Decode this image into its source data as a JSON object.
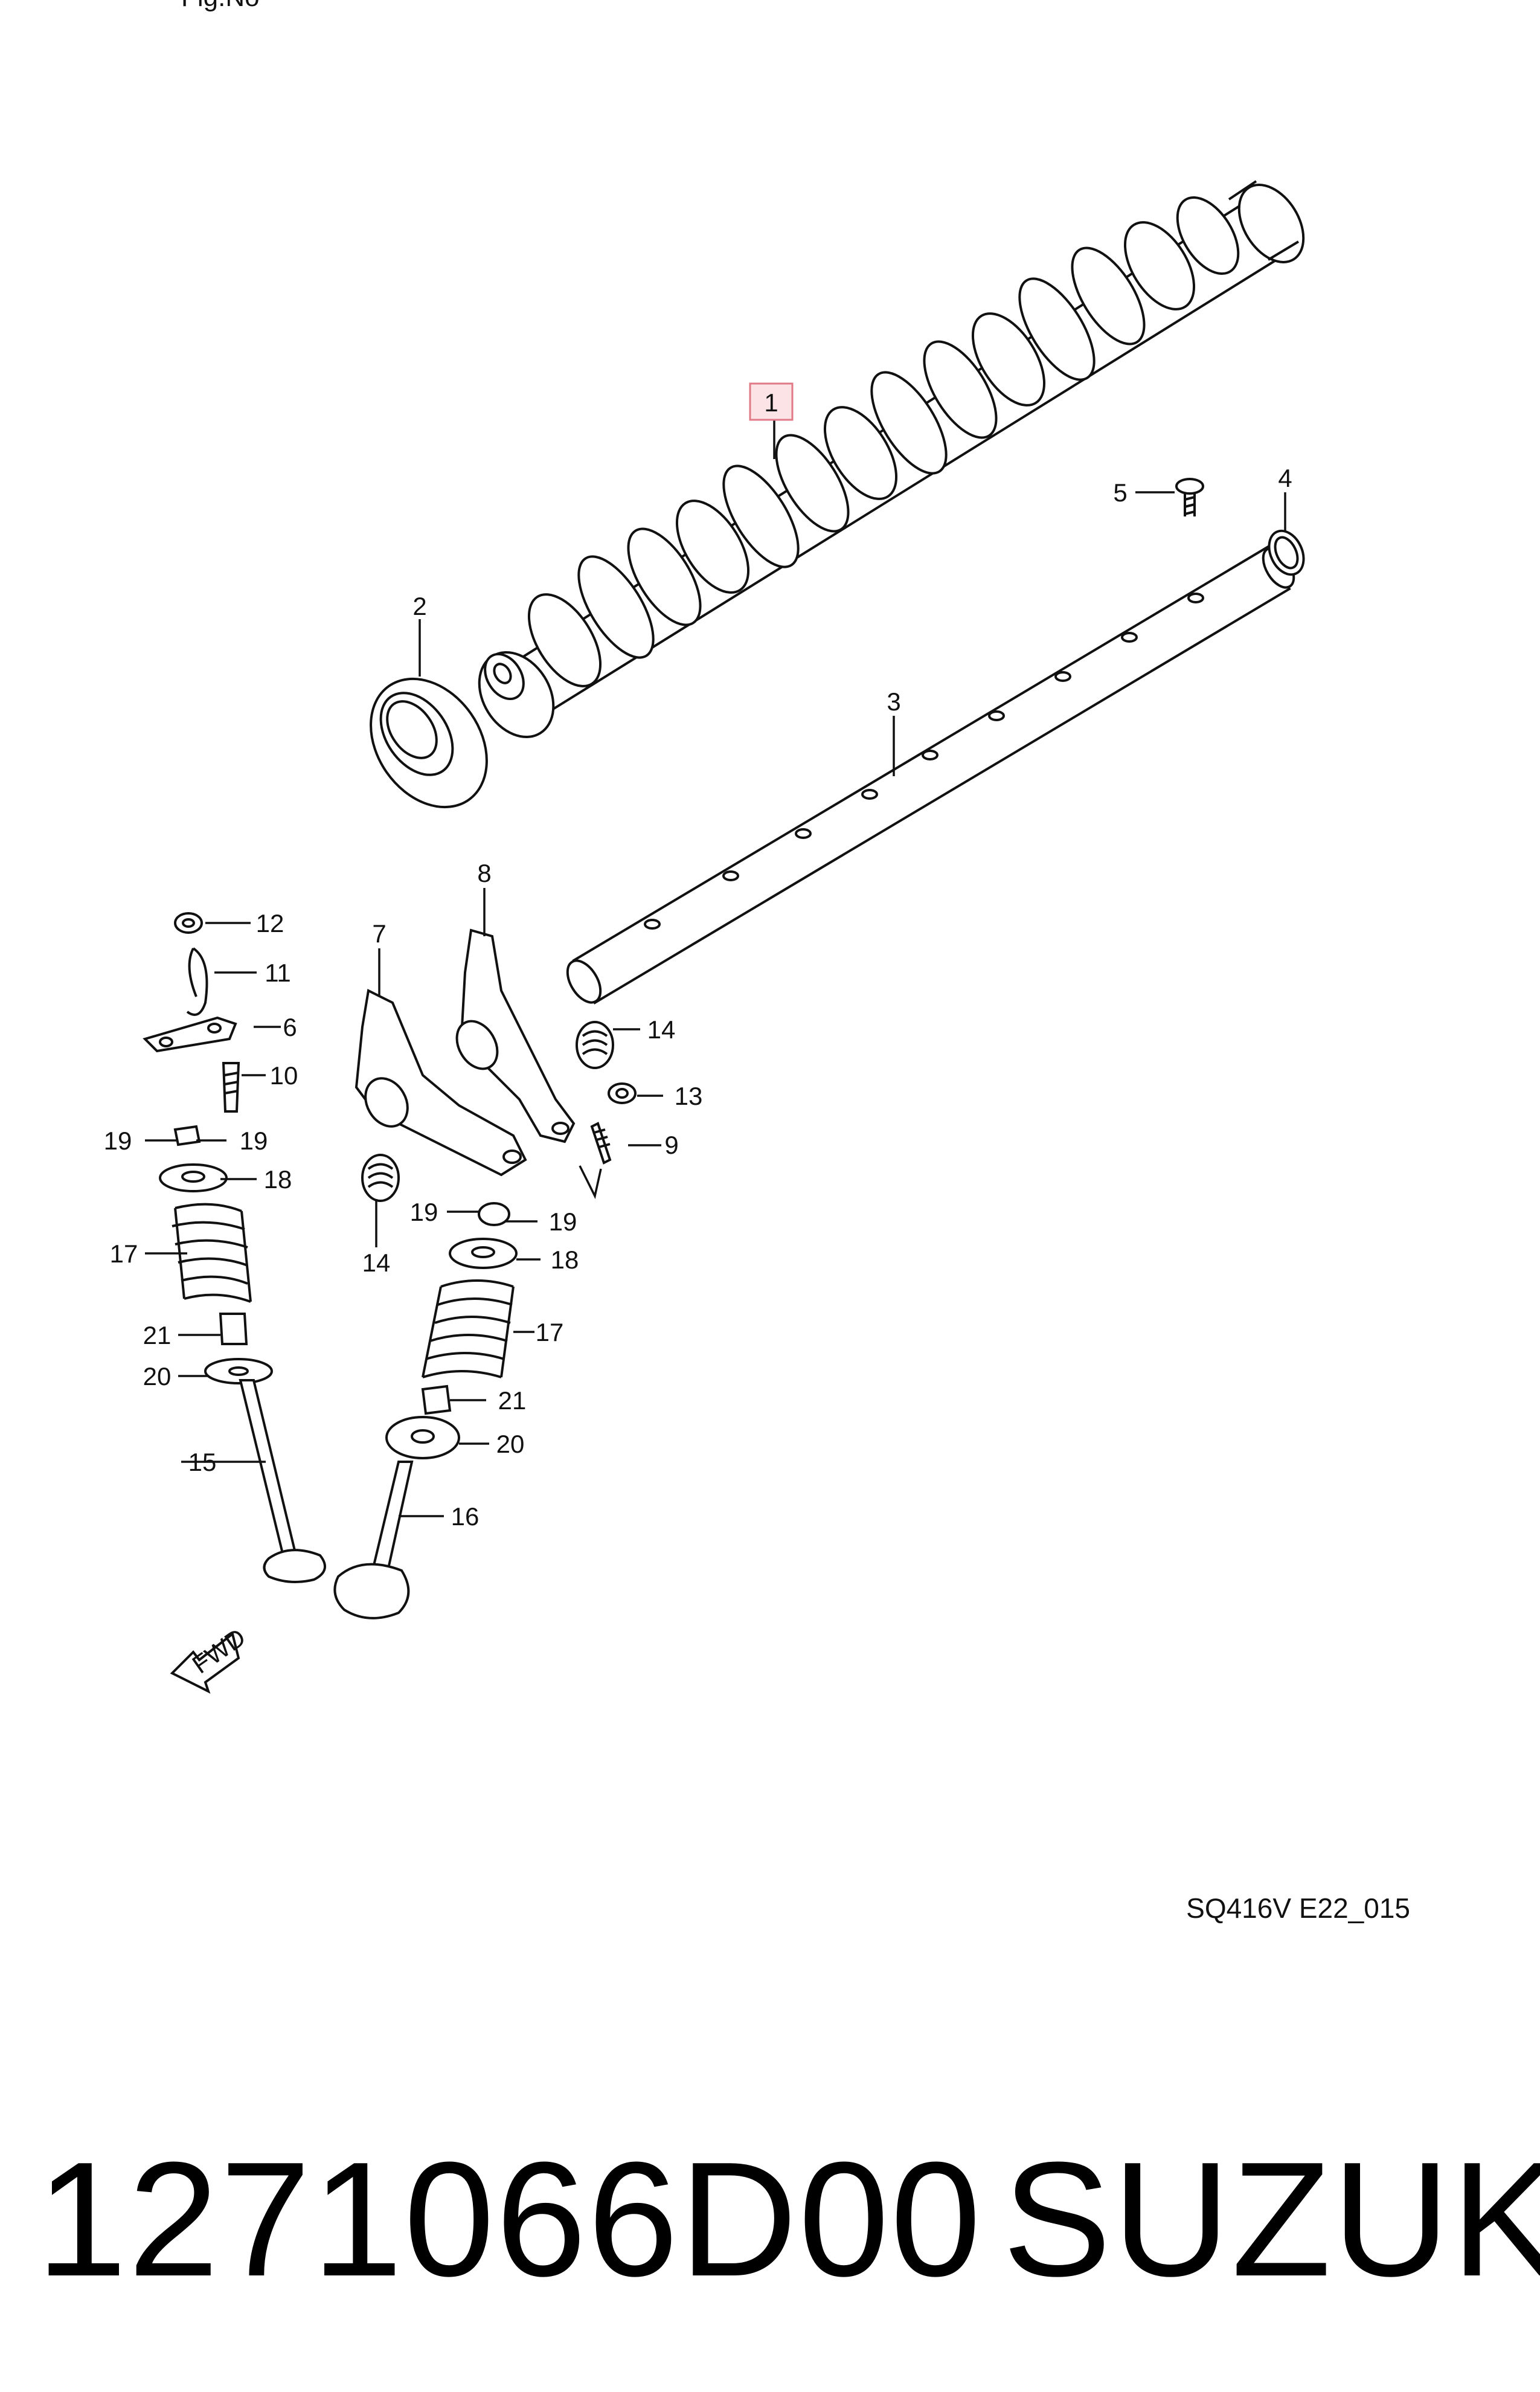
{
  "diagram": {
    "top_fragment": "Fig.No",
    "reference_code": "SQ416V E22_015",
    "fwd_label": "FWD",
    "highlighted_callout": "1",
    "callouts": [
      "1",
      "2",
      "3",
      "4",
      "5",
      "6",
      "7",
      "8",
      "9",
      "10",
      "11",
      "12",
      "13",
      "14",
      "14",
      "15",
      "16",
      "17",
      "17",
      "18",
      "18",
      "19",
      "19",
      "19",
      "19",
      "20",
      "20",
      "21",
      "21"
    ]
  },
  "footer": {
    "part_number": "1271066D00",
    "brand": "SUZUKI"
  },
  "colors": {
    "highlight_fill": "#fbe3e6",
    "highlight_border": "#e07a86",
    "line": "#111111"
  }
}
